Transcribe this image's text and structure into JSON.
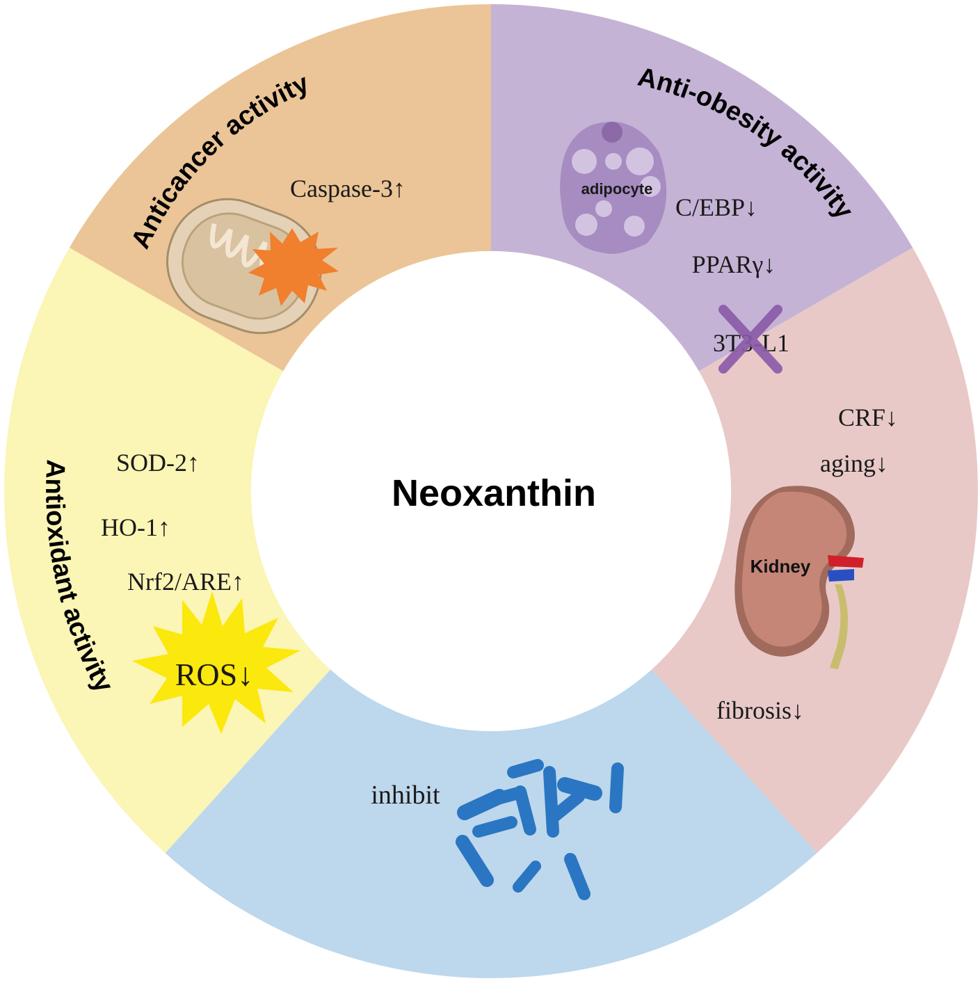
{
  "center": {
    "label": "Neoxanthin"
  },
  "sectors": {
    "anticancer": {
      "title": "Anticancer activity",
      "labels": [
        "Caspase-3↑"
      ],
      "color": "#ebc597"
    },
    "antiobesity": {
      "title": "Anti-obesity activity",
      "icon_label": "adipocyte",
      "labels": [
        "C/EBP↓",
        "PPARγ↓",
        "3T3-L1"
      ],
      "color": "#c5b3d6"
    },
    "kidney": {
      "icon_label": "Kidney",
      "labels": [
        "CRF↓",
        "aging↓",
        "fibrosis↓"
      ],
      "color": "#e8c9c8"
    },
    "antibacterial": {
      "labels": [
        "inhibit"
      ],
      "color": "#bdd7ec"
    },
    "antioxidant": {
      "title": "Antioxidant activity",
      "labels": [
        "SOD-2↑",
        "HO-1↑",
        "Nrf2/ARE↑",
        "ROS↓"
      ],
      "color": "#fbf5b6"
    }
  },
  "icons": [
    "mitochondrion-icon",
    "burst-icon",
    "adipocyte-icon",
    "cross-mark-icon",
    "kidney-icon",
    "bacteria-icon",
    "star-burst-icon"
  ],
  "colors": {
    "accent_orange": "#f07f2e",
    "bacteria_blue": "#2a76c2",
    "cross_purple": "#8a5aa8",
    "star_yellow": "#fbe80d"
  }
}
